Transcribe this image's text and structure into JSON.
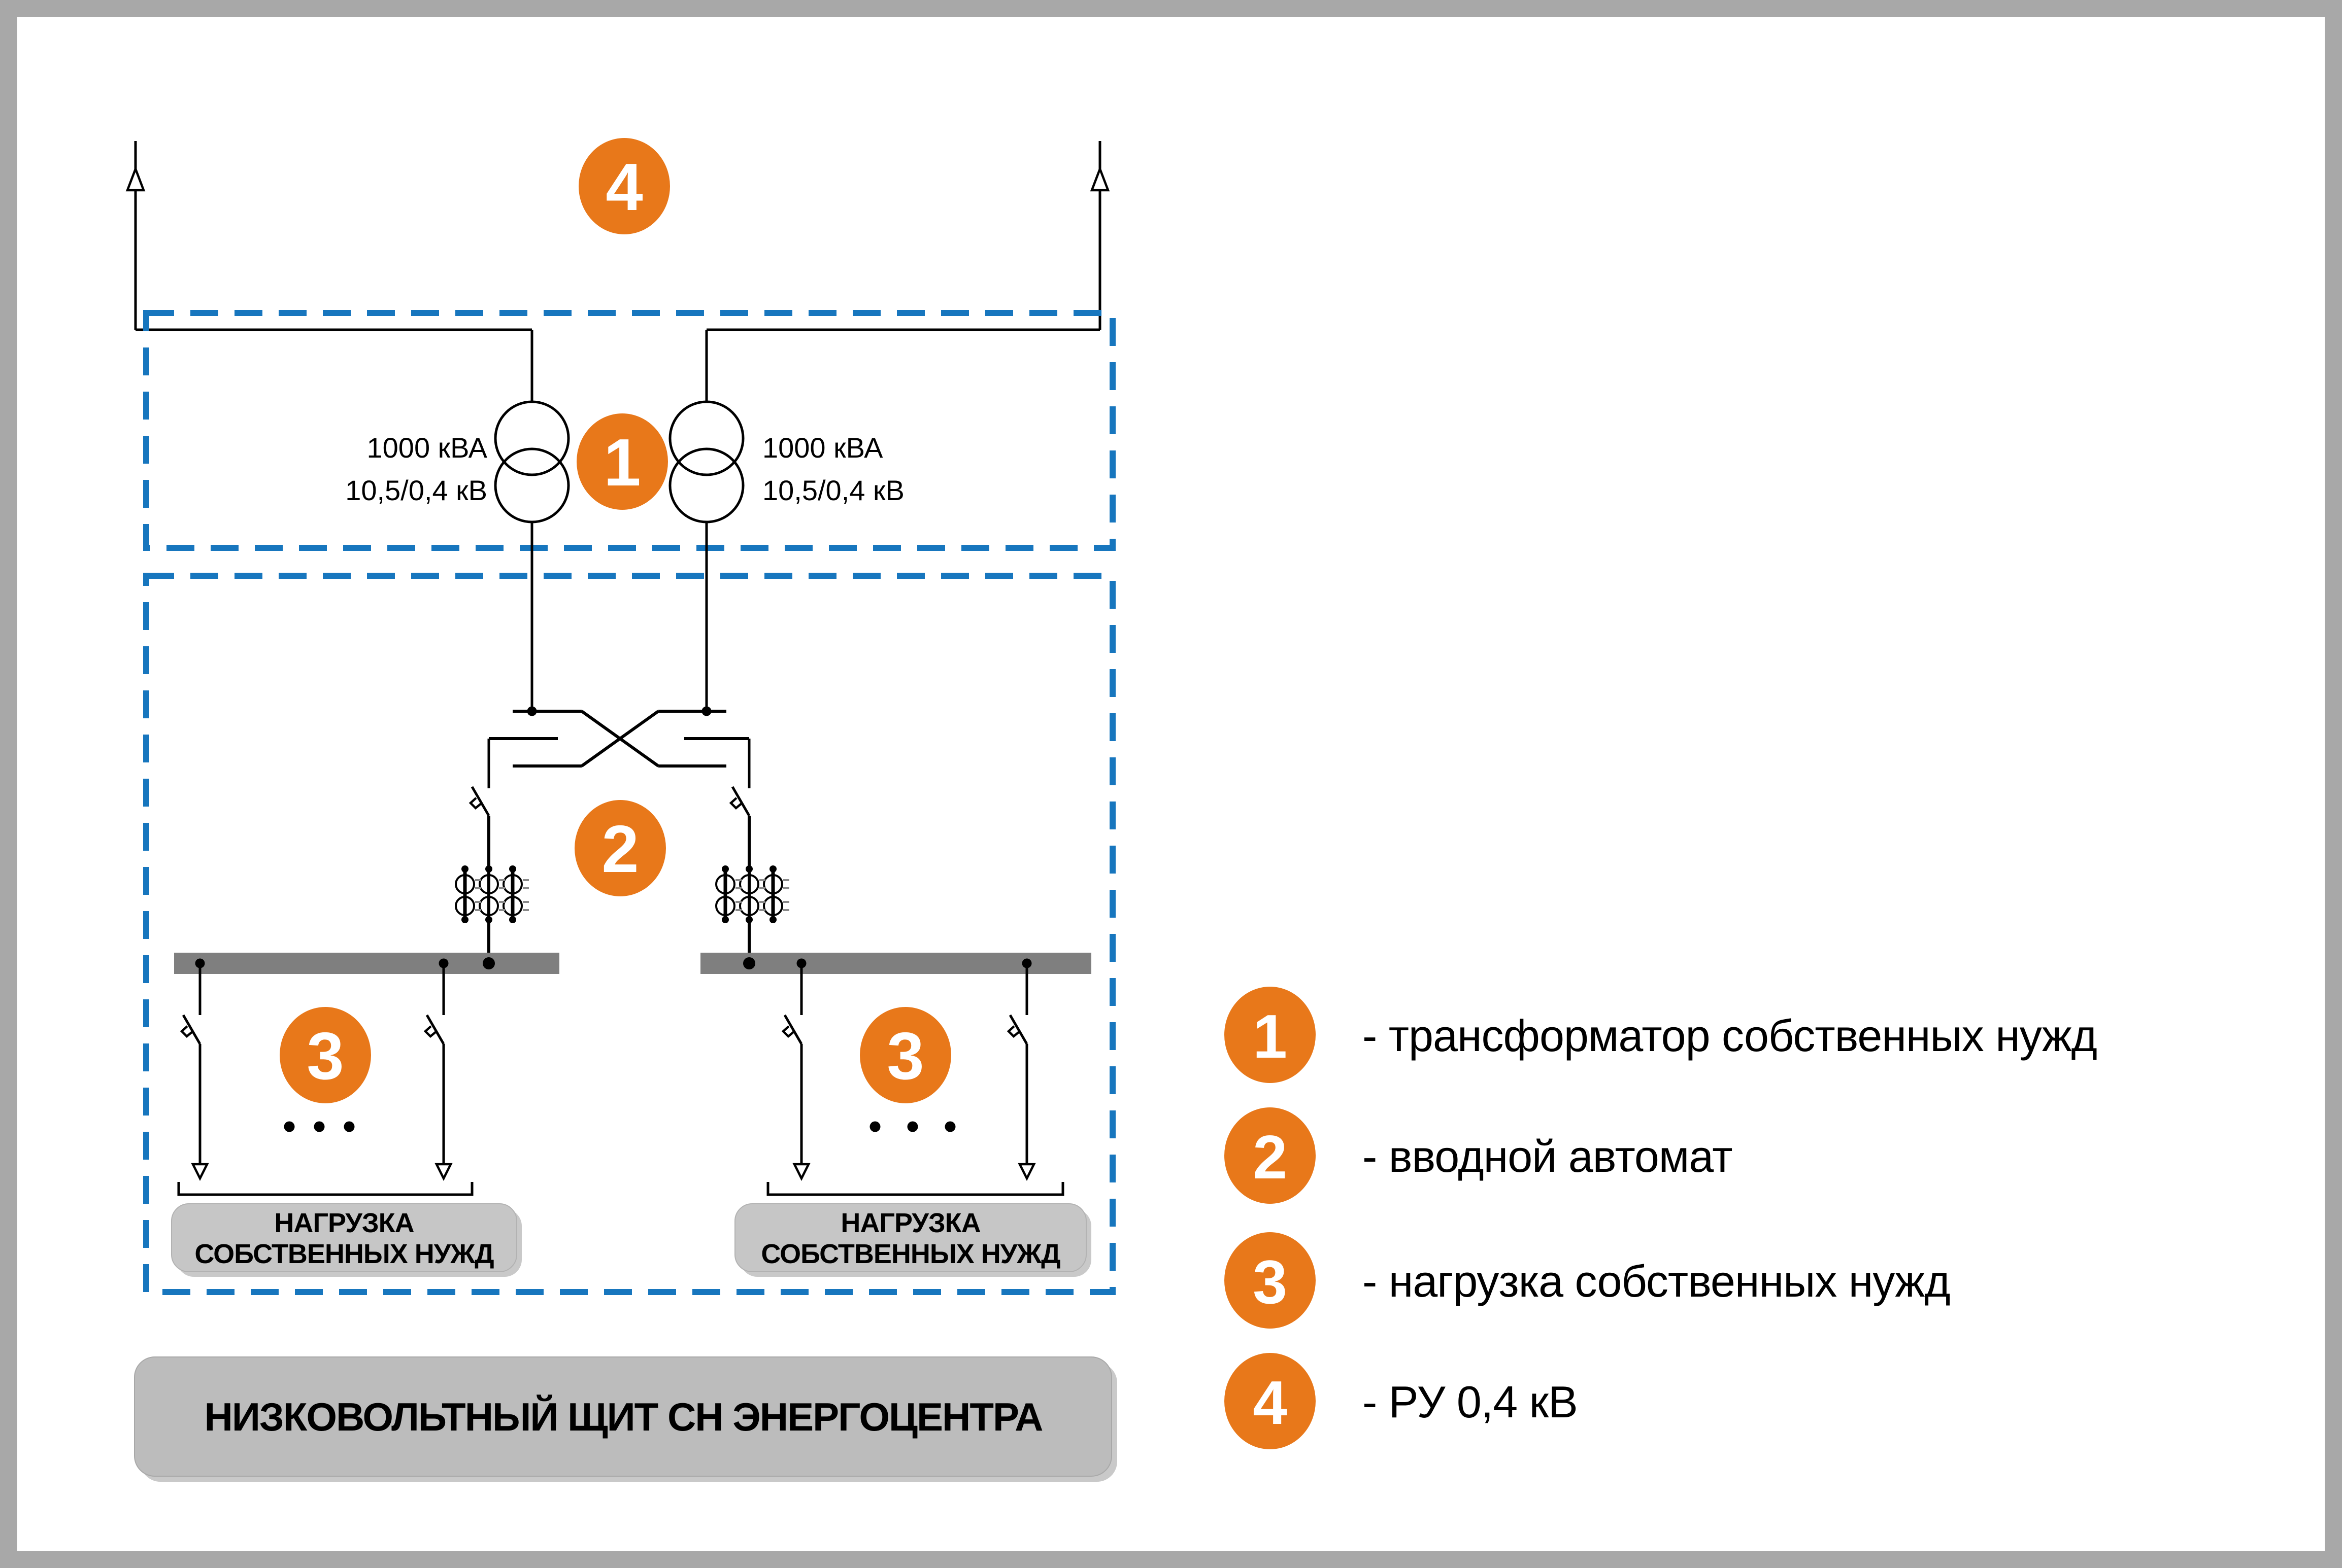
{
  "colors": {
    "accent_orange": "#E8781A",
    "dashed_blue": "#1776BE",
    "busbar_gray": "#7F7F7F",
    "box_gray": "#C6C6C6",
    "title_box_gray": "#BCBCBC",
    "frame_gray": "#A8A8A8"
  },
  "diagram": {
    "transformer_left": {
      "rating": "1000 кВА",
      "voltage": "10,5/0,4 кВ"
    },
    "transformer_right": {
      "rating": "1000 кВА",
      "voltage": "10,5/0,4 кВ"
    },
    "load_box_left": {
      "line1": "НАГРУЗКА",
      "line2": "СОБСТВЕННЫХ НУЖД"
    },
    "load_box_right": {
      "line1": "НАГРУЗКА",
      "line2": "СОБСТВЕННЫХ НУЖД"
    },
    "title": "НИЗКОВОЛЬТНЫЙ ЩИТ СН ЭНЕРГОЦЕНТРА",
    "markers": {
      "m1": "1",
      "m2": "2",
      "m3": "3",
      "m4": "4"
    }
  },
  "legend": {
    "items": [
      {
        "num": "1",
        "label": "- трансформатор собственных нужд"
      },
      {
        "num": "2",
        "label": "- вводной автомат"
      },
      {
        "num": "3",
        "label": "- нагрузка собственных нужд"
      },
      {
        "num": "4",
        "label": "- РУ 0,4 кВ"
      }
    ]
  }
}
